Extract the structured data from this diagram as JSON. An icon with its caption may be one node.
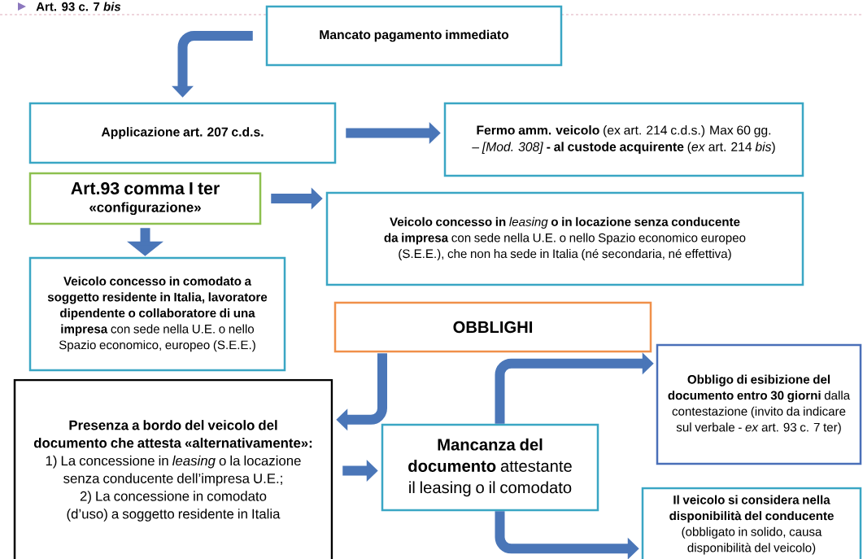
{
  "diagram": {
    "title": "Art. 93 c. 7 *bis*",
    "nodes": [
      {
        "text": [
          "Mancato pagamento immediato"
        ]
      },
      {
        "text": [
          "Applicazione art. 207 c.d.s."
        ]
      },
      {
        "text": [
          "**Fermo amm. veicolo** (ex art. 214 c.d.s.) Max 60 gg. – *[Mod. 308]* **- al custode acquirente** (*ex* art. 214 *bis*)"
        ]
      },
      {
        "text": [
          "Art.93 comma I ter",
          "«configurazione»"
        ]
      },
      {
        "text": [
          "**Veicolo concesso in** *leasing* **o in locazione senza conducente da impresa** con sede nella U.E. o nello Spazio economico europeo (S.E.E.), che non ha sede in Italia (né secondaria, né effettiva)"
        ]
      },
      {
        "text": [
          "**Veicolo concesso in comodato a soggetto residente in Italia, lavoratore dipendente o collaboratore di una impresa** con sede nella U.E. o nello Spazio economico, europeo (S.E.E.)"
        ]
      },
      {
        "text": [
          "OBBLIGHI"
        ]
      },
      {
        "text": [
          "Presenza a bordo del veicolo del documento che attesta «alternativamente»:",
          "1) La concessione in *leasing* o la locazione senza conducente dell’impresa U.E.;",
          "2) La concessione in comodato (d’uso) a soggetto residente in Italia"
        ]
      },
      {
        "text": [
          "**Mancanza del documento** attestante il leasing o il comodato"
        ]
      },
      {
        "text": [
          "**Obbligo di esibizione del documento entro 30 giorni** dalla contestazione (invito da indicare sul verbale - *ex* art. 93 c. 7 ter)"
        ]
      },
      {
        "text": [
          "**Il veicolo si considera nella disponibilità del conducente** (obbligato in solido, causa disponibilità del veicolo)"
        ]
      }
    ],
    "edges": [
      {
        "from": 0,
        "to": 1,
        "arrow": "to"
      },
      {
        "from": 1,
        "to": 2,
        "arrow": "to"
      },
      {
        "from": 3,
        "to": 4,
        "arrow": "to"
      },
      {
        "from": 3,
        "to": 5,
        "arrow": "to"
      },
      {
        "from": 6,
        "to": 7,
        "arrow": "to"
      },
      {
        "from": 7,
        "to": 8,
        "arrow": "to"
      },
      {
        "from": 8,
        "to": 9,
        "arrow": "to"
      },
      {
        "from": 8,
        "to": 10,
        "arrow": "to"
      }
    ]
  }
}
